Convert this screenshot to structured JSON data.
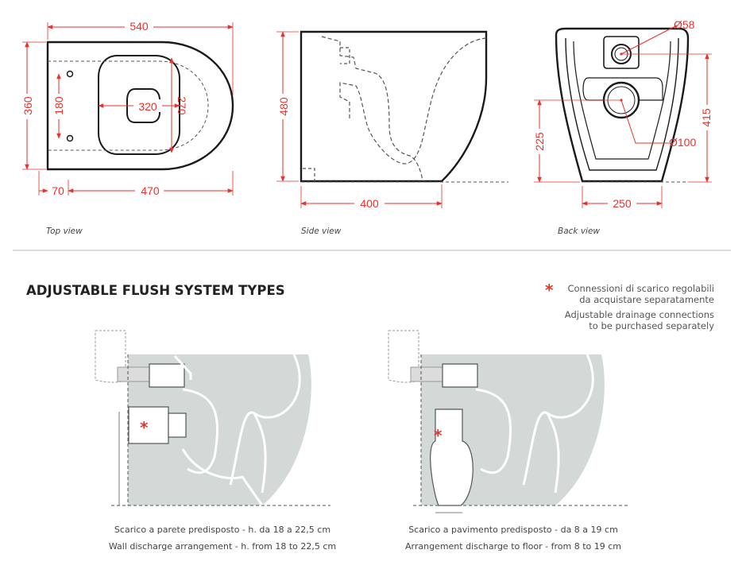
{
  "top_view": {
    "caption": "Top view",
    "dims": {
      "width": "540",
      "depth": "360",
      "seat_width": "320",
      "seat_depth": "270",
      "holes": "180",
      "front": "70",
      "rear": "470"
    }
  },
  "side_view": {
    "caption": "Side view",
    "dims": {
      "height": "480",
      "length": "400"
    }
  },
  "back_view": {
    "caption": "Back view",
    "dims": {
      "inlet": "Ø58",
      "outlet": "Ø100",
      "outlet_height": "225",
      "inlet_height": "415",
      "width": "250"
    }
  },
  "section_title": "ADJUSTABLE FLUSH SYSTEM TYPES",
  "note": {
    "it_line1": "Connessioni di scarico regolabili",
    "it_line2": "da acquistare separatamente",
    "en_line1": "Adjustable drainage connections",
    "en_line2": "to be purchased separately"
  },
  "flush_types": [
    {
      "it": "Scarico a parete predisposto - h. da 18 a 22,5 cm",
      "en": "Wall discharge arrangement - h. from 18 to 22,5 cm"
    },
    {
      "it": "Scarico a pavimento predisposto - da 8 a 19 cm",
      "en": "Arrangement discharge to floor - from 8 to 19 cm"
    }
  ],
  "colors": {
    "accent": "#e8322b",
    "line": "#1a1a1a",
    "fill": "#d2d9d7"
  }
}
